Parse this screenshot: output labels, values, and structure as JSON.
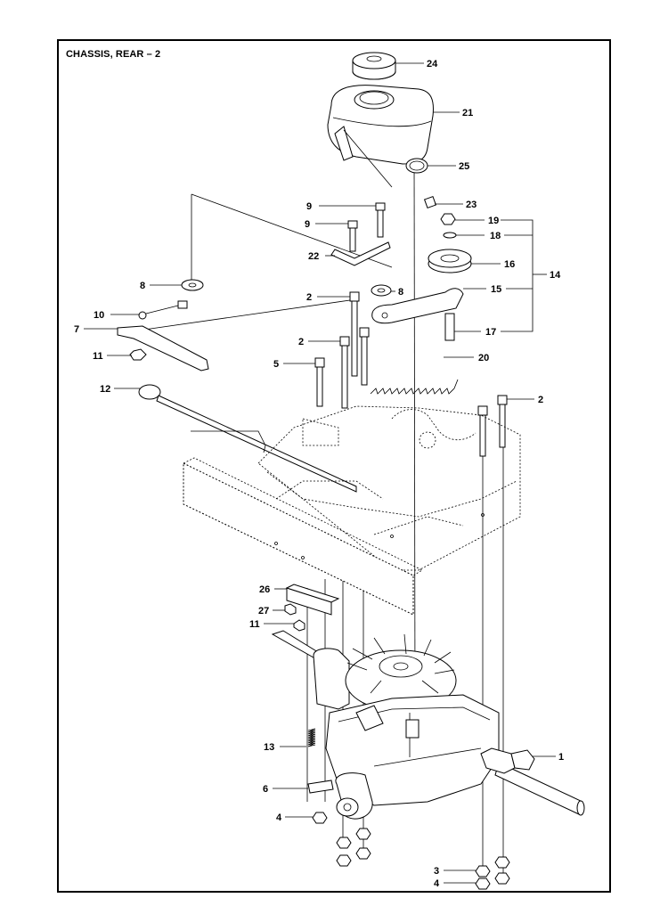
{
  "diagram": {
    "title": "CHASSIS, REAR – 2",
    "callouts": [
      "24",
      "21",
      "25",
      "23",
      "9",
      "9",
      "19",
      "18",
      "22",
      "16",
      "14",
      "8",
      "8",
      "2",
      "15",
      "10",
      "7",
      "17",
      "2",
      "11",
      "5",
      "20",
      "12",
      "2",
      "26",
      "27",
      "11",
      "13",
      "1",
      "6",
      "4",
      "3",
      "4"
    ]
  }
}
